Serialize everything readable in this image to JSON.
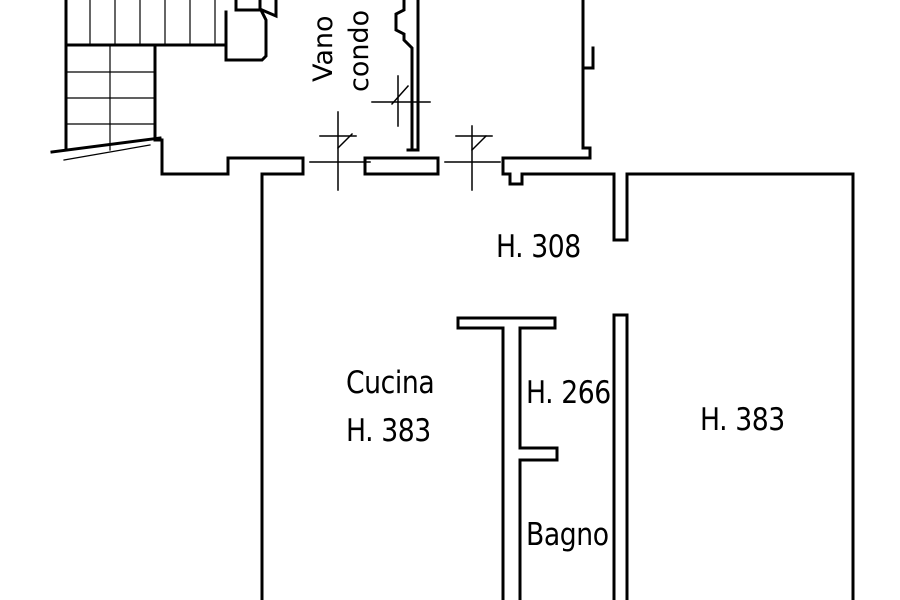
{
  "plan": {
    "rooms": [
      {
        "id": "corridor-height",
        "text": "H. 308"
      },
      {
        "id": "kitchen-name",
        "text": "Cucina"
      },
      {
        "id": "kitchen-height",
        "text": "H. 383"
      },
      {
        "id": "bathroom-height",
        "text": "H. 266"
      },
      {
        "id": "bathroom-name",
        "text": "Bagno"
      },
      {
        "id": "room-height",
        "text": "H. 383"
      }
    ],
    "stairwell": {
      "line1": "Vano",
      "line2": "condo"
    },
    "colors": {
      "line": "#000000",
      "background": "#ffffff"
    }
  }
}
